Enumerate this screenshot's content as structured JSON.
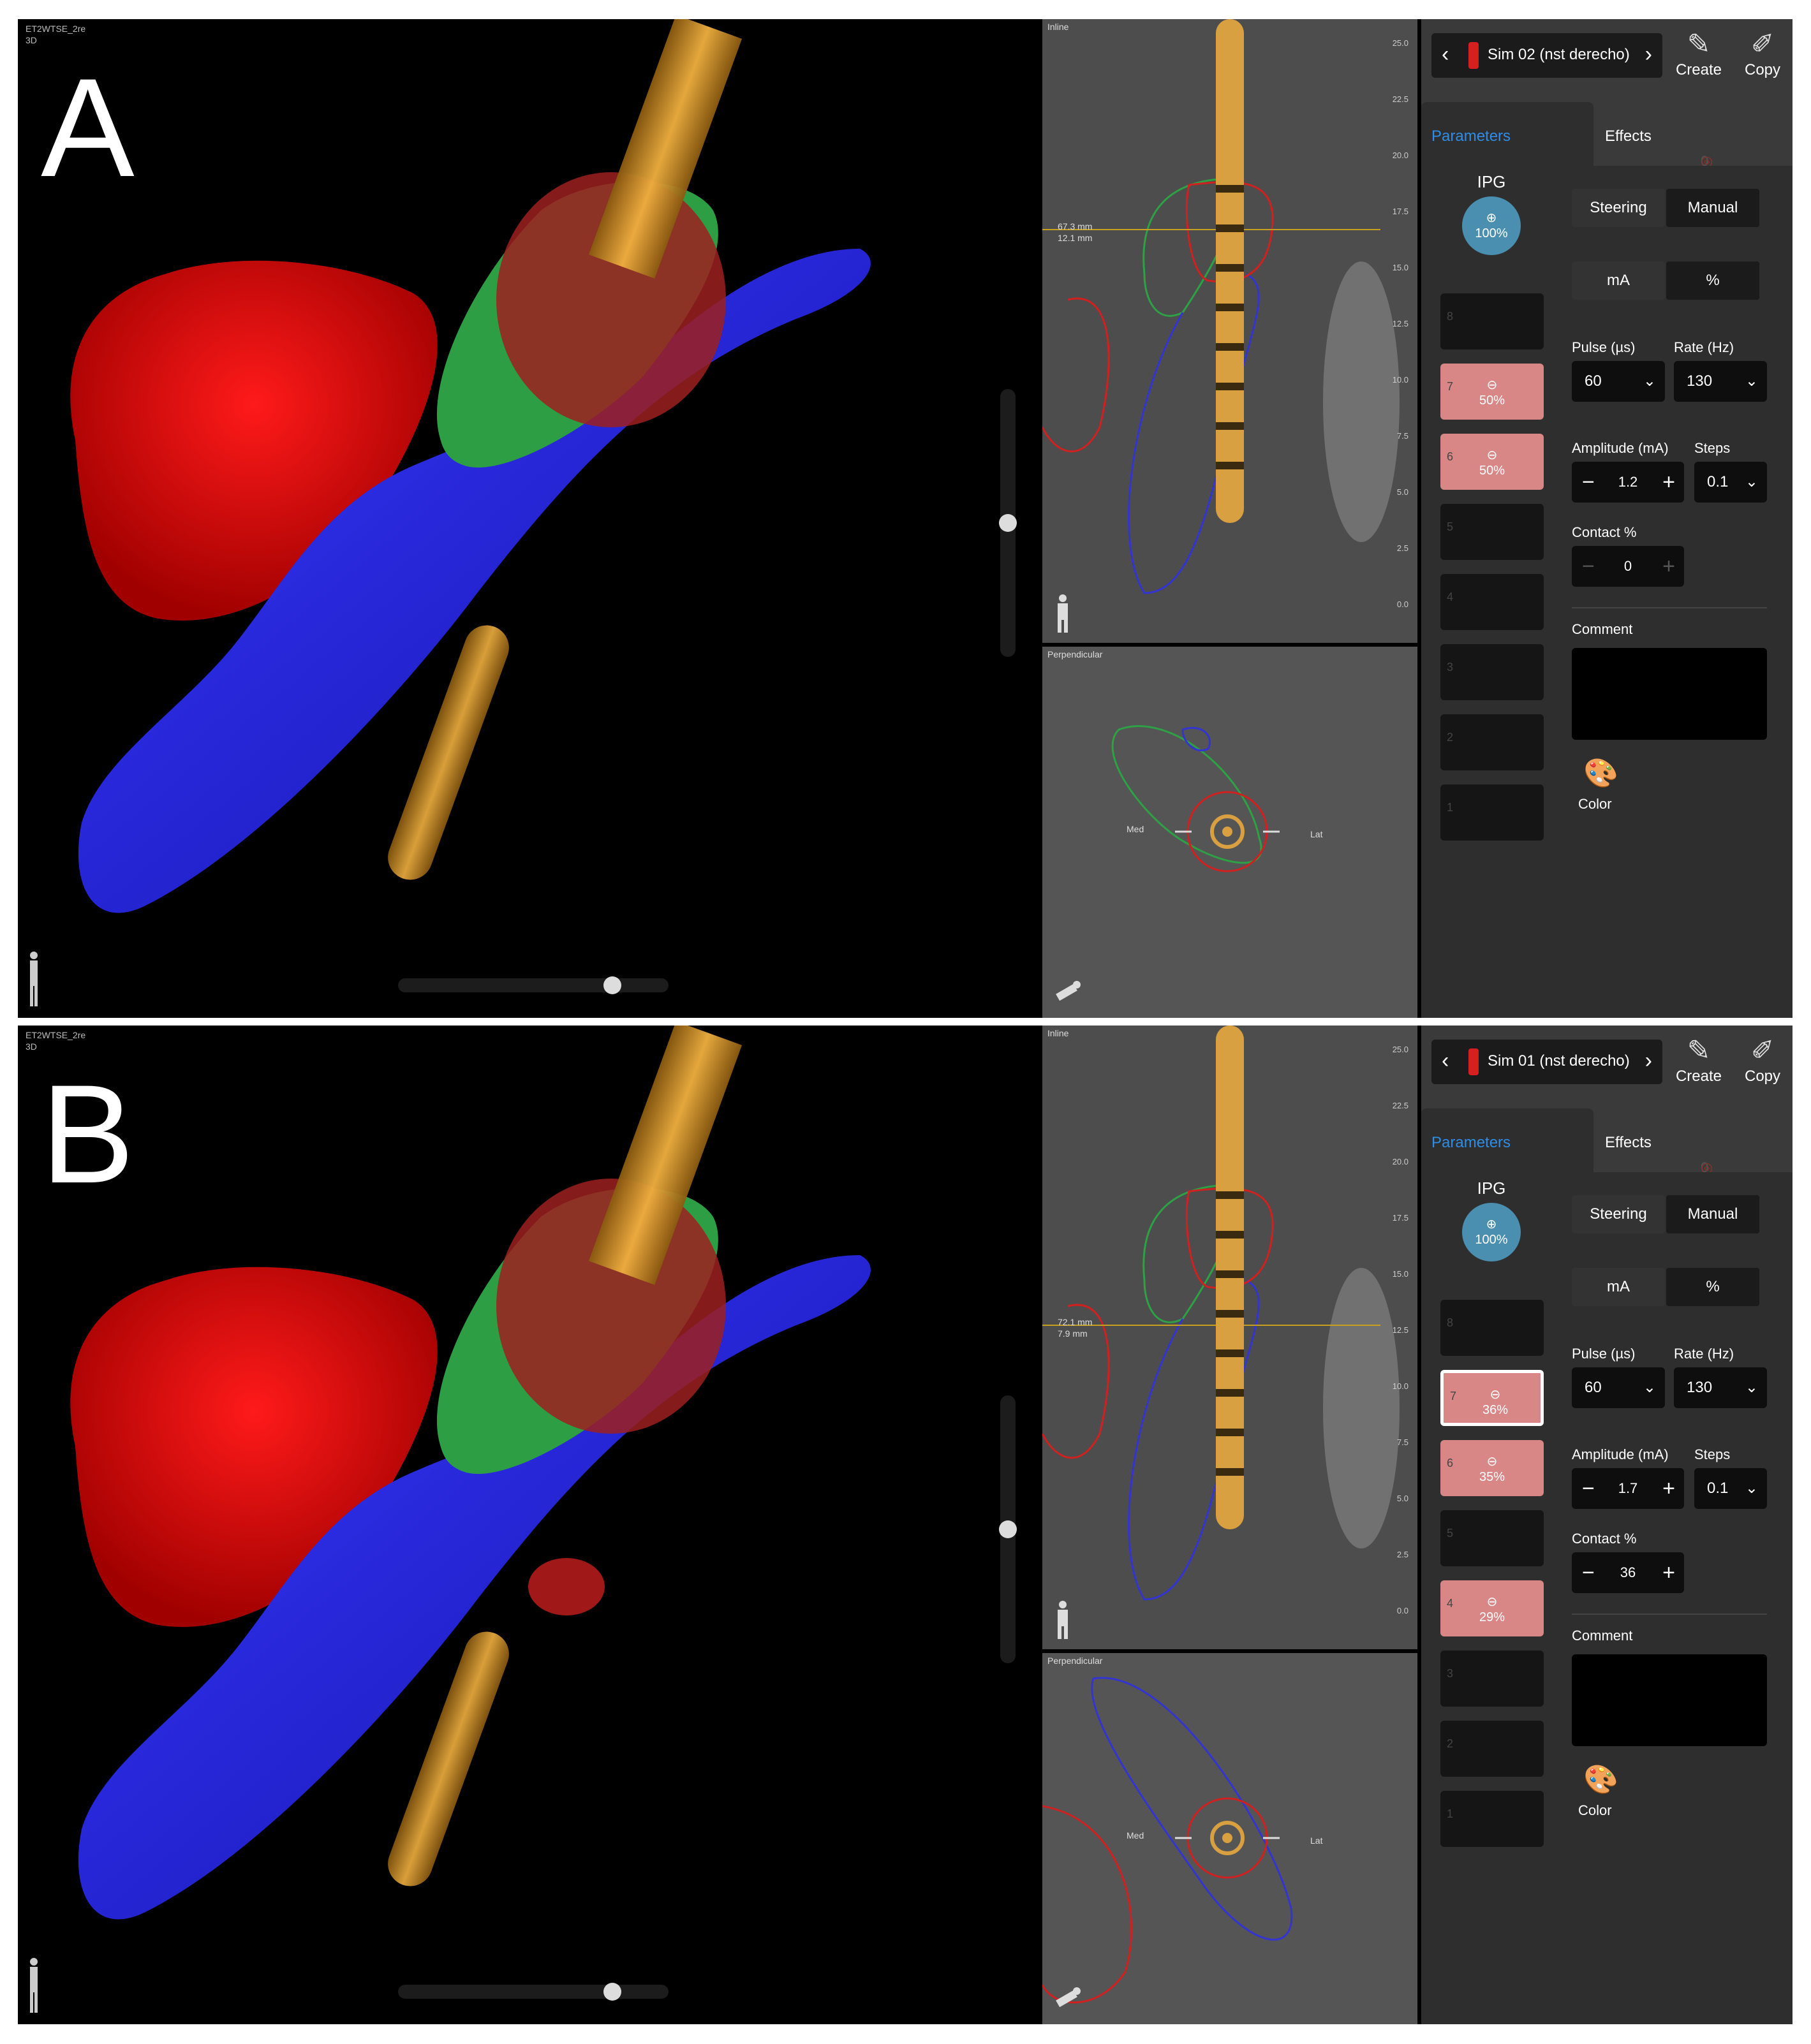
{
  "panels": [
    {
      "letter": "A",
      "window_label": "ET2WTSE_2re",
      "view_mode": "3D",
      "inline_label": "Inline",
      "perp_label": "Perpendicular",
      "dist1": "67.3 mm",
      "dist2": "12.1 mm",
      "med_label": "Med",
      "lat_label": "Lat",
      "ticks": [
        "25.0",
        "22.5",
        "20.0",
        "17.5",
        "15.0",
        "12.5",
        "10.0",
        "7.5",
        "5.0",
        "2.5",
        "0.0"
      ],
      "sim_name": "Sim 02 (nst derecho)",
      "create_label": "Create",
      "copy_label": "Copy",
      "tab_parameters": "Parameters",
      "tab_effects": "Effects",
      "effects_counts": [
        "0",
        "0"
      ],
      "ipg_label": "IPG",
      "ipg_value": "100%",
      "steering_label": "Steering",
      "manual_label": "Manual",
      "ma_label": "mA",
      "pct_label": "%",
      "pulse_label": "Pulse (µs)",
      "pulse_value": "60",
      "rate_label": "Rate (Hz)",
      "rate_value": "130",
      "amplitude_label": "Amplitude (mA)",
      "amplitude_value": "1.2",
      "steps_label": "Steps",
      "steps_value": "0.1",
      "contact_pct_label": "Contact %",
      "contact_pct_value": "0",
      "comment_label": "Comment",
      "color_label": "Color",
      "contacts": [
        {
          "num": "8",
          "state": "off",
          "pct": ""
        },
        {
          "num": "7",
          "state": "active",
          "pct": "50%"
        },
        {
          "num": "6",
          "state": "active",
          "pct": "50%"
        },
        {
          "num": "5",
          "state": "off",
          "pct": ""
        },
        {
          "num": "4",
          "state": "off",
          "pct": ""
        },
        {
          "num": "3",
          "state": "off",
          "pct": ""
        },
        {
          "num": "2",
          "state": "off",
          "pct": ""
        },
        {
          "num": "1",
          "state": "off",
          "pct": ""
        }
      ]
    },
    {
      "letter": "B",
      "window_label": "ET2WTSE_2re",
      "view_mode": "3D",
      "inline_label": "Inline",
      "perp_label": "Perpendicular",
      "dist1": "72.1 mm",
      "dist2": "7.9 mm",
      "med_label": "Med",
      "lat_label": "Lat",
      "ticks": [
        "25.0",
        "22.5",
        "20.0",
        "17.5",
        "15.0",
        "12.5",
        "10.0",
        "7.5",
        "5.0",
        "2.5",
        "0.0"
      ],
      "sim_name": "Sim 01 (nst derecho)",
      "create_label": "Create",
      "copy_label": "Copy",
      "tab_parameters": "Parameters",
      "tab_effects": "Effects",
      "effects_counts": [
        "0",
        "0"
      ],
      "ipg_label": "IPG",
      "ipg_value": "100%",
      "steering_label": "Steering",
      "manual_label": "Manual",
      "ma_label": "mA",
      "pct_label": "%",
      "pulse_label": "Pulse (µs)",
      "pulse_value": "60",
      "rate_label": "Rate (Hz)",
      "rate_value": "130",
      "amplitude_label": "Amplitude (mA)",
      "amplitude_value": "1.7",
      "steps_label": "Steps",
      "steps_value": "0.1",
      "contact_pct_label": "Contact %",
      "contact_pct_value": "36",
      "comment_label": "Comment",
      "color_label": "Color",
      "contacts": [
        {
          "num": "8",
          "state": "off",
          "pct": ""
        },
        {
          "num": "7",
          "state": "sel",
          "pct": "36%"
        },
        {
          "num": "6",
          "state": "active",
          "pct": "35%"
        },
        {
          "num": "5",
          "state": "off",
          "pct": ""
        },
        {
          "num": "4",
          "state": "active",
          "pct": "29%"
        },
        {
          "num": "3",
          "state": "off",
          "pct": ""
        },
        {
          "num": "2",
          "state": "off",
          "pct": ""
        },
        {
          "num": "1",
          "state": "off",
          "pct": ""
        }
      ]
    }
  ]
}
